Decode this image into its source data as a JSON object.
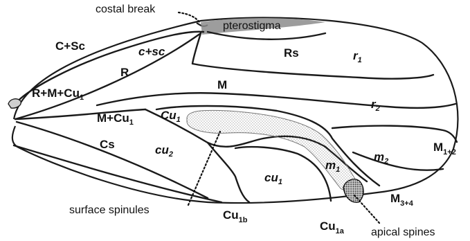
{
  "diagram": {
    "annotations": {
      "costal_break": "costal break",
      "surface_spinules": "surface spinules",
      "apical_spines": "apical spines"
    },
    "labels": {
      "pterostigma": "pterostigma",
      "c_sc": {
        "main": "C+Sc"
      },
      "c_sc_cell": {
        "main": "c+sc"
      },
      "rs": {
        "main": "Rs"
      },
      "r1": {
        "main": "r",
        "sub": "1"
      },
      "r": {
        "main": "R"
      },
      "r_m_cu1": {
        "main": "R+M+Cu",
        "sub": "1"
      },
      "m": {
        "main": "M"
      },
      "r2": {
        "main": "r",
        "sub": "2"
      },
      "m_cu1": {
        "main": "M+Cu",
        "sub": "1"
      },
      "cu1": {
        "main": "Cu",
        "sub": "1"
      },
      "cs": {
        "main": "Cs"
      },
      "cu2_cell": {
        "main": "cu",
        "sub": "2"
      },
      "m2_cell": {
        "main": "m",
        "sub": "2"
      },
      "m1_2": {
        "main": "M",
        "sub": "1+2"
      },
      "m1_cell": {
        "main": "m",
        "sub": "1"
      },
      "cu1_cell": {
        "main": "cu",
        "sub": "1"
      },
      "m3_4": {
        "main": "M",
        "sub": "3+4"
      },
      "cu1b": {
        "main": "Cu",
        "sub": "1b"
      },
      "cu1a": {
        "main": "Cu",
        "sub": "1a"
      }
    }
  }
}
